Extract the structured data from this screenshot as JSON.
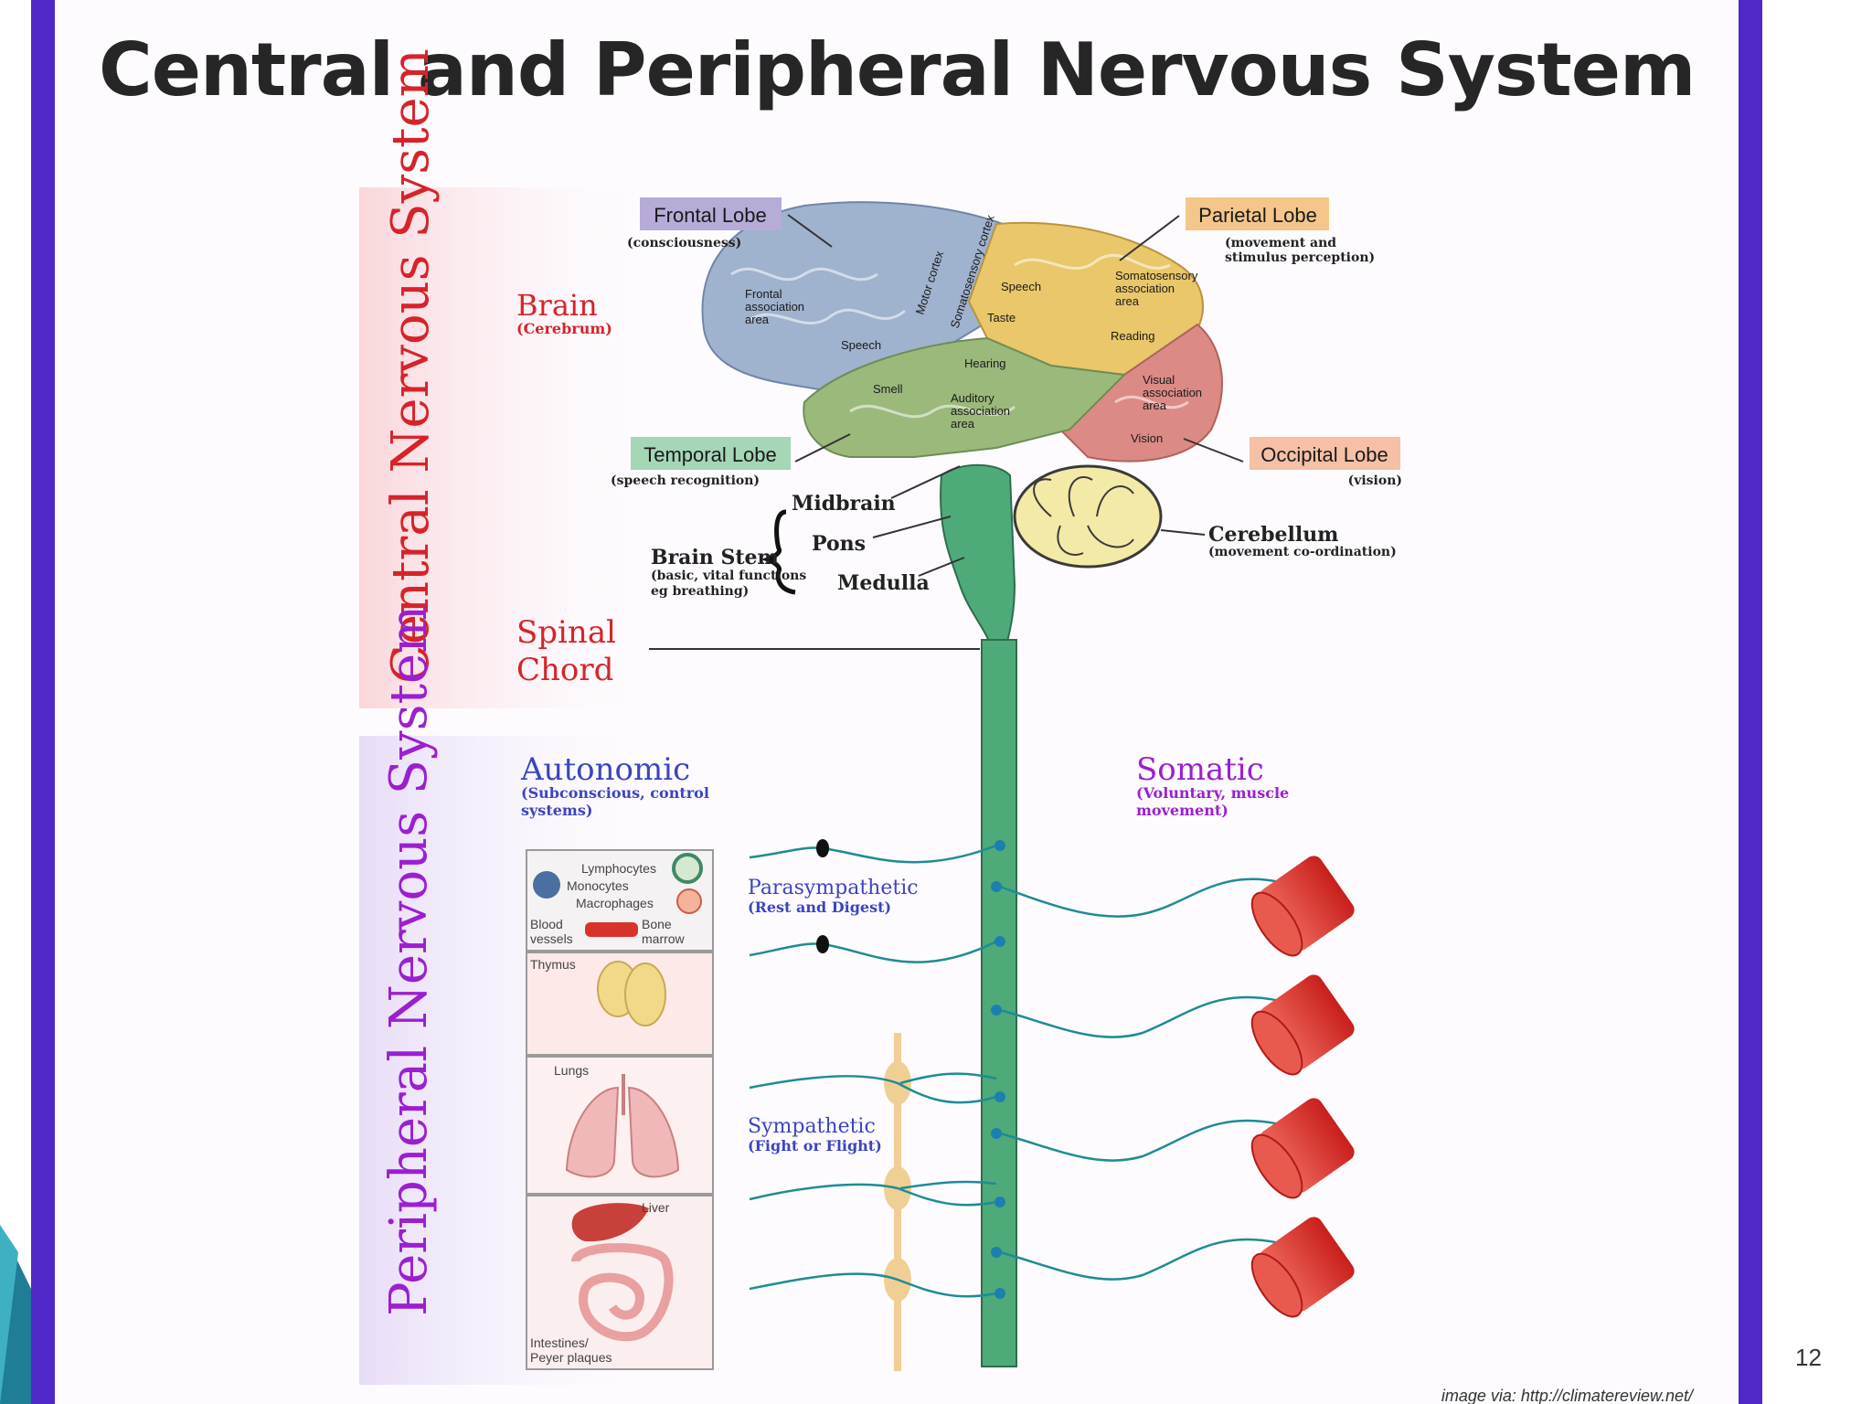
{
  "title": "Central and Peripheral Nervous System",
  "page_number": "12",
  "credit": "image via: http://climatereview.net/",
  "cns": {
    "heading": "Central Nervous System",
    "brain": {
      "label": "Brain",
      "sub": "(Cerebrum)"
    },
    "spinal": {
      "line1": "Spinal",
      "line2": "Chord"
    },
    "lobes": {
      "frontal": {
        "label": "Frontal Lobe",
        "desc": "(consciousness)"
      },
      "parietal": {
        "label": "Parietal Lobe",
        "desc1": "(movement and",
        "desc2": "stimulus perception)"
      },
      "temporal": {
        "label": "Temporal Lobe",
        "desc": "(speech recognition)"
      },
      "occipital": {
        "label": "Occipital Lobe",
        "desc": "(vision)"
      }
    },
    "areas": {
      "frontal_assoc": [
        "Frontal",
        "association",
        "area"
      ],
      "motor_cortex": "Motor cortex",
      "somatosensory_cortex": "Somatosensory cortex",
      "speech_upper": "Speech",
      "taste": "Taste",
      "somato_assoc": [
        "Somatosensory",
        "association",
        "area"
      ],
      "reading": "Reading",
      "speech_lower": "Speech",
      "hearing": "Hearing",
      "smell": "Smell",
      "auditory_assoc": [
        "Auditory",
        "association",
        "area"
      ],
      "visual_assoc": [
        "Visual",
        "association",
        "area"
      ],
      "vision": "Vision"
    },
    "brainstem": {
      "midbrain": "Midbrain",
      "pons": "Pons",
      "medulla": "Medulla",
      "label": "Brain Stem",
      "desc1": "(basic, vital functions",
      "desc2": "eg breathing)"
    },
    "cerebellum": {
      "label": "Cerebellum",
      "desc": "(movement co-ordination)"
    }
  },
  "pns": {
    "heading": "Peripheral Nervous System",
    "autonomic": {
      "label": "Autonomic",
      "desc1": "(Subconscious, control",
      "desc2": "systems)"
    },
    "somatic": {
      "label": "Somatic",
      "desc1": "(Voluntary, muscle",
      "desc2": "movement)"
    },
    "parasympathetic": {
      "label": "Parasympathetic",
      "desc": "(Rest and Digest)"
    },
    "sympathetic": {
      "label": "Sympathetic",
      "desc": "(Fight or Flight)"
    },
    "organs": {
      "lymphocytes": "Lymphocytes",
      "monocytes": "Monocytes",
      "macrophages": "Macrophages",
      "blood1": "Blood",
      "blood2": "vessels",
      "bone1": "Bone",
      "bone2": "marrow",
      "thymus": "Thymus",
      "lungs": "Lungs",
      "liver": "Liver",
      "intestines1": "Intestines/",
      "intestines2": "Peyer plaques"
    }
  },
  "colors": {
    "frame": "#5128c8",
    "cns_red": "#d6232a",
    "pns_purple": "#9b1fd0",
    "spinal_green": "#4faa7a",
    "nerve": "#1d8c95",
    "frontal": "#9fb2ce",
    "parietal": "#e9c76a",
    "temporal": "#9cb97c",
    "occipital": "#dc8a86",
    "muscle": "#d8332b"
  }
}
